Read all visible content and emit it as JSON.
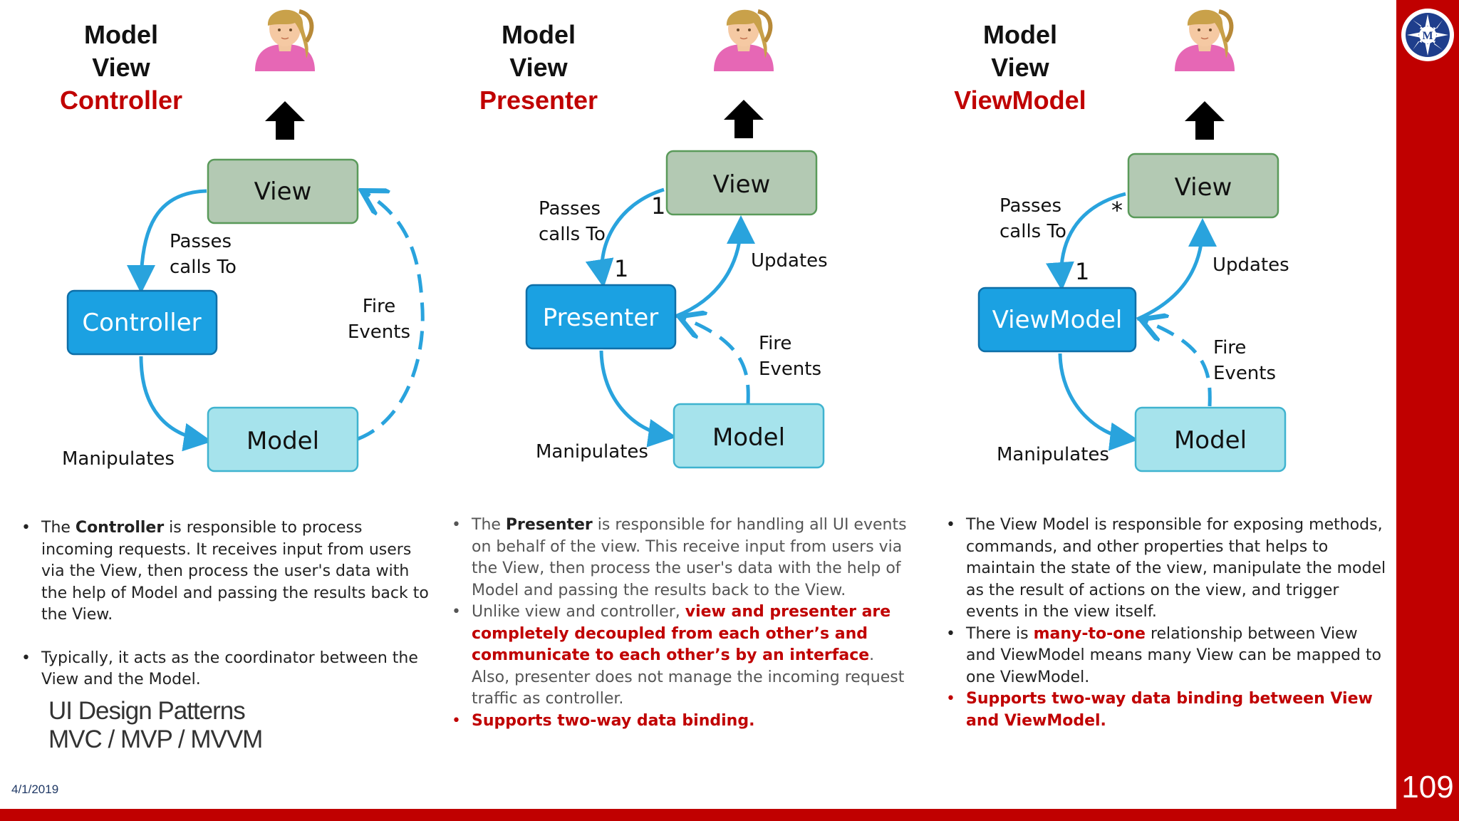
{
  "sidebar": {
    "page_number": "109"
  },
  "footer": {
    "date": "4/1/2019",
    "title_line1": "UI Design Patterns",
    "title_line2": "MVC / MVP / MVVM"
  },
  "mvc": {
    "title_line1": "Model",
    "title_line2": "View",
    "title_line3": "Controller",
    "view": "View",
    "controller": "Controller",
    "model": "Model",
    "passes_1": "Passes",
    "passes_2": "calls To",
    "fire_1": "Fire",
    "fire_2": "Events",
    "manipulates": "Manipulates",
    "bullet1_pre": "The ",
    "bullet1_bold": "Controller",
    "bullet1_post": " is responsible to process incoming requests. It receives input from users via the View, then process the user's data with the help of Model and passing the results back to the View.",
    "bullet2": "Typically, it acts as the coordinator between the View and the Model."
  },
  "mvp": {
    "title_line1": "Model",
    "title_line2": "View",
    "title_line3": "Presenter",
    "view": "View",
    "presenter": "Presenter",
    "model": "Model",
    "passes_1": "Passes",
    "passes_2": "calls To",
    "one_a": "1",
    "one_b": "1",
    "updates": "Updates",
    "fire_1": "Fire",
    "fire_2": "Events",
    "manipulates": "Manipulates",
    "bullet1_pre": "The ",
    "bullet1_bold": "Presenter",
    "bullet1_post": " is responsible for handling all UI events on behalf of the view. This receive input from users via the View, then process the user's data with the help of Model and passing the results back to the View.",
    "bullet2_pre": "Unlike view and controller, ",
    "bullet2_red": "view and presenter are completely decoupled from each other’s and communicate to each other’s by an interface",
    "bullet2_post": ". Also, presenter does not manage the incoming request traffic as controller.",
    "bullet3": "Supports two-way data binding."
  },
  "mvvm": {
    "title_line1": "Model",
    "title_line2": "View",
    "title_line3": "ViewModel",
    "view": "View",
    "viewmodel": "ViewModel",
    "model": "Model",
    "passes_1": "Passes",
    "passes_2": "calls To",
    "star": "*",
    "one": "1",
    "updates": "Updates",
    "fire_1": "Fire",
    "fire_2": "Events",
    "manipulates": "Manipulates",
    "bullet1": "The View Model is responsible for exposing methods, commands, and other properties that helps to maintain the state of the view, manipulate the model as the result of actions on the view, and trigger events in the view itself.",
    "bullet2_pre": "There is ",
    "bullet2_red": "many-to-one",
    "bullet2_post": " relationship between View and ViewModel means many View can be mapped to one ViewModel.",
    "bullet3": "Supports two-way data binding between View and ViewModel."
  },
  "colors": {
    "accent": "#c00000",
    "view_box": "#b3c9b3",
    "controller_box": "#1ba1e2",
    "model_box": "#a6e3ec",
    "arrow": "#29a3dd"
  },
  "icons": [
    "user-avatar-icon",
    "up-arrow-icon",
    "university-seal-icon"
  ]
}
